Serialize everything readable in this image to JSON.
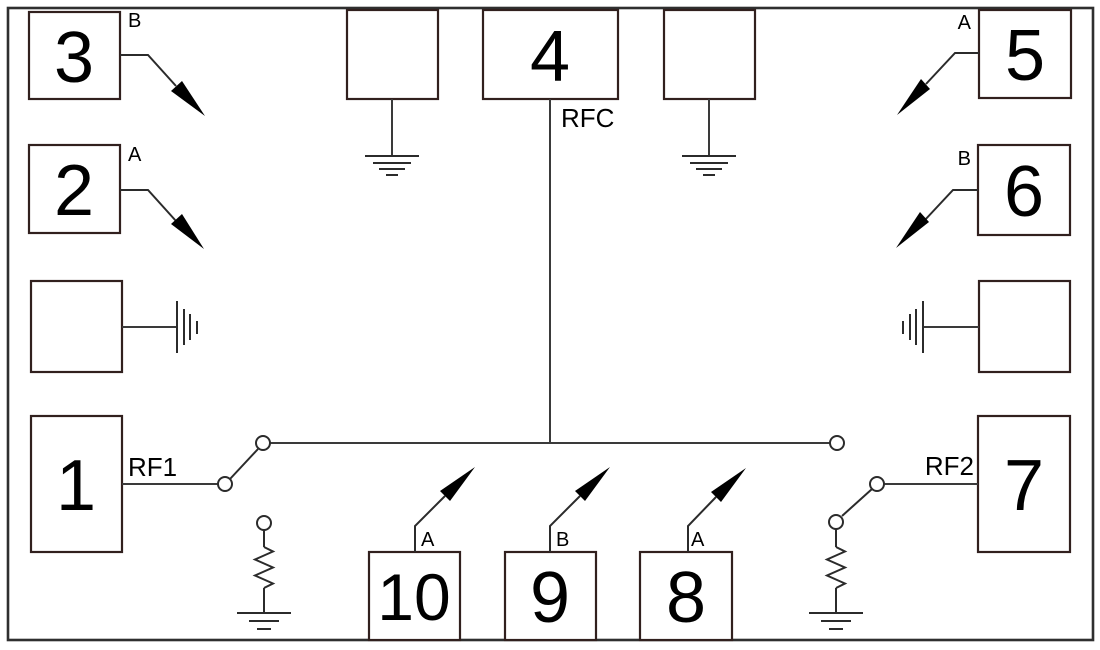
{
  "colors": {
    "ink": "#000000",
    "wire": "#3a3a3a",
    "box_stroke": "#31201e",
    "background": "#ffffff"
  },
  "pads": {
    "p1": {
      "number": "1"
    },
    "p2": {
      "number": "2",
      "bond": "A"
    },
    "p3": {
      "number": "3",
      "bond": "B"
    },
    "p4": {
      "number": "4"
    },
    "p5": {
      "number": "5",
      "bond": "A"
    },
    "p6": {
      "number": "6",
      "bond": "B"
    },
    "p7": {
      "number": "7"
    },
    "p8": {
      "number": "8",
      "bond": "A"
    },
    "p9": {
      "number": "9",
      "bond": "B"
    },
    "p10": {
      "number": "10",
      "bond": "A"
    }
  },
  "ports": {
    "rf1": "RF1",
    "rfc": "RFC",
    "rf2": "RF2"
  }
}
